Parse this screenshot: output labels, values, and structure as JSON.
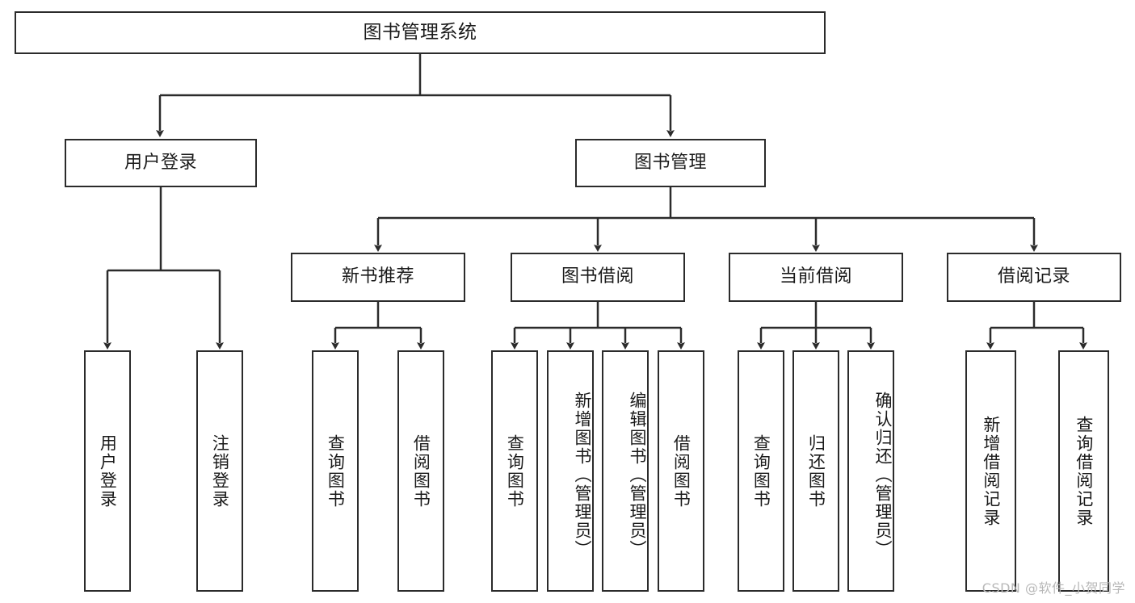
{
  "diagram": {
    "title": "图书管理系统",
    "type": "tree-hierarchy",
    "root": {
      "label": "图书管理系统"
    },
    "level1": [
      {
        "label": "用户登录"
      },
      {
        "label": "图书管理"
      }
    ],
    "level2": [
      {
        "label": "新书推荐"
      },
      {
        "label": "图书借阅"
      },
      {
        "label": "当前借阅"
      },
      {
        "label": "借阅记录"
      }
    ],
    "leaves": {
      "user_login": [
        {
          "label": "用户登录"
        },
        {
          "label": "注销登录"
        }
      ],
      "new_book_recommend": [
        {
          "label": "查询图书"
        },
        {
          "label": "借阅图书"
        }
      ],
      "book_borrow": [
        {
          "label": "查询图书"
        },
        {
          "label": "新增图书（管理员）"
        },
        {
          "label": "编辑图书（管理员）"
        },
        {
          "label": "借阅图书"
        }
      ],
      "current_borrow": [
        {
          "label": "查询图书"
        },
        {
          "label": "归还图书"
        },
        {
          "label": "确认归还（管理员）"
        }
      ],
      "borrow_record": [
        {
          "label": "新增借阅记录"
        },
        {
          "label": "查询借阅记录"
        }
      ]
    }
  },
  "watermark": {
    "text": "CSDN @软件_小贺同学"
  },
  "colors": {
    "stroke": "#2b2b2b",
    "fill": "#ffffff",
    "text": "#1a1a1a",
    "watermark": "#b8b8b8"
  }
}
